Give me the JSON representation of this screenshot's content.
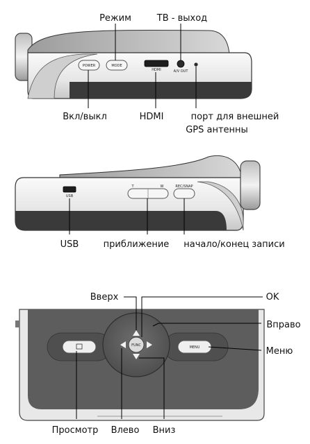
{
  "colors": {
    "body_light": "#f1f1f1",
    "body_mid": "#d4d4d4",
    "body_dark": "#3a3a3a",
    "panel_dark": "#5d5d5d",
    "outline": "#222222",
    "text": "#111111"
  },
  "view_top": {
    "labels": {
      "mode": "Режим",
      "tv_out": "ТВ - выход",
      "power_toggle": "Вкл/выкл",
      "hdmi": "HDMI",
      "gps_port_line1": "порт для внешней",
      "gps_port_line2": "GPS антенны"
    },
    "device_text": {
      "power": "POWER",
      "mode": "MODE",
      "hdmi": "HDMI",
      "av_out": "A/V OUT"
    }
  },
  "view_middle": {
    "labels": {
      "usb": "USB",
      "zoom": "приближение",
      "rec": "начало/конец записи"
    },
    "device_text": {
      "usb": "USB",
      "t": "T",
      "w": "W",
      "rec_snap": "REC/SNAP"
    }
  },
  "view_bottom": {
    "labels": {
      "up": "Вверх",
      "ok": "OK",
      "right": "Вправо",
      "menu": "Меню",
      "playback": "Просмотр",
      "left": "Влево",
      "down": "Вниз"
    },
    "device_text": {
      "func": "FUNC",
      "menu": "MENU"
    }
  }
}
